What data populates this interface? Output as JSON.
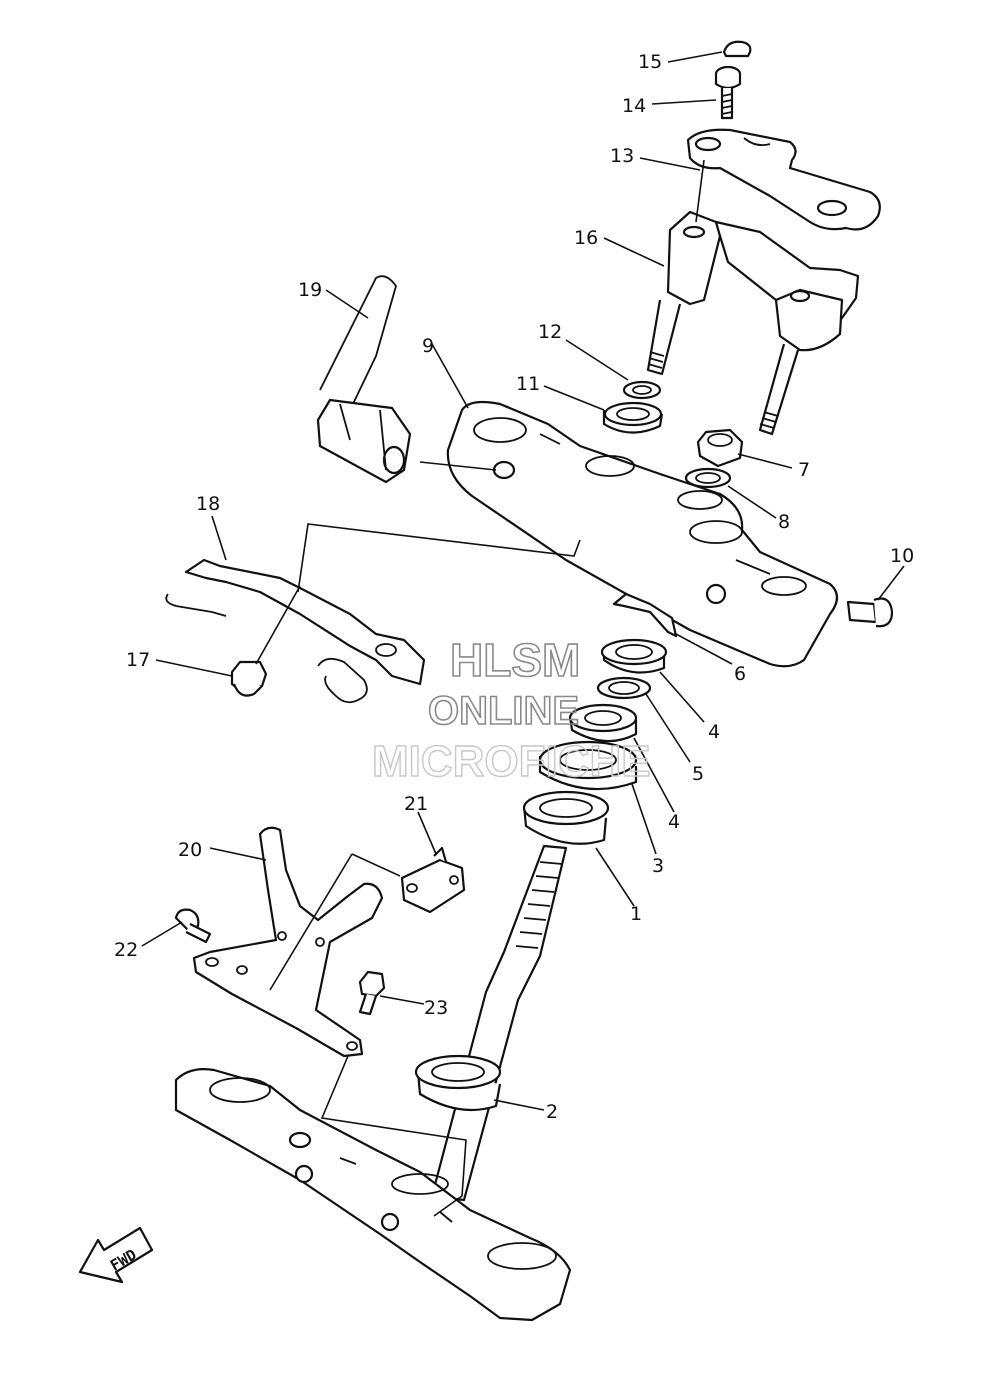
{
  "callouts": [
    {
      "id": "c15",
      "number": "15"
    },
    {
      "id": "c14",
      "number": "14"
    },
    {
      "id": "c13",
      "number": "13"
    },
    {
      "id": "c16",
      "number": "16"
    },
    {
      "id": "c19",
      "number": "19"
    },
    {
      "id": "c12",
      "number": "12"
    },
    {
      "id": "c11",
      "number": "11"
    },
    {
      "id": "c9",
      "number": "9"
    },
    {
      "id": "c7",
      "number": "7"
    },
    {
      "id": "c8",
      "number": "8"
    },
    {
      "id": "c18",
      "number": "18"
    },
    {
      "id": "c10",
      "number": "10"
    },
    {
      "id": "c6",
      "number": "6"
    },
    {
      "id": "c17",
      "number": "17"
    },
    {
      "id": "c4a",
      "number": "4"
    },
    {
      "id": "c5",
      "number": "5"
    },
    {
      "id": "c4b",
      "number": "4"
    },
    {
      "id": "c3",
      "number": "3"
    },
    {
      "id": "c1",
      "number": "1"
    },
    {
      "id": "c21",
      "number": "21"
    },
    {
      "id": "c20",
      "number": "20"
    },
    {
      "id": "c22",
      "number": "22"
    },
    {
      "id": "c23",
      "number": "23"
    },
    {
      "id": "c2",
      "number": "2"
    }
  ],
  "watermark": {
    "line1": "HLSM",
    "line2": "ONLINE",
    "line3": "MICROFICHE"
  },
  "direction_arrow": {
    "label": "FWD"
  }
}
